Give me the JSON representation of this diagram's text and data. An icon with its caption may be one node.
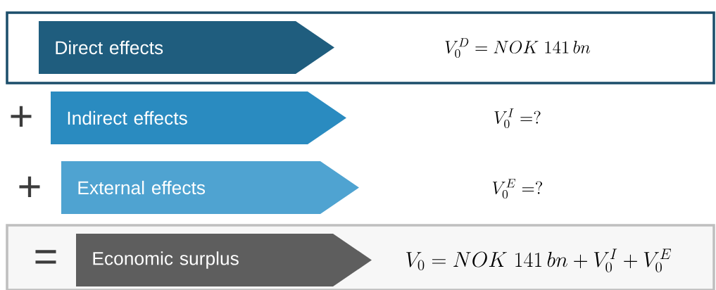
{
  "diagram": {
    "nodes": [
      {
        "text": [
          "V_0^D = NOK\\ 141\\,bn"
        ]
      },
      {
        "text": [
          "Direct effects"
        ],
        "in": 0
      },
      {
        "text": [
          "Indirect effects"
        ]
      },
      {
        "text": [
          "External effects"
        ]
      },
      {
        "text": [
          "V_0 = NOK\\ 141\\,bn + V_0^I + V_0^E"
        ]
      },
      {
        "text": [
          "Economic surplus"
        ],
        "in": 4
      }
    ],
    "labels": [
      "+",
      "V_0^I = ?",
      "+",
      "V_0^E = ?",
      "="
    ]
  }
}
